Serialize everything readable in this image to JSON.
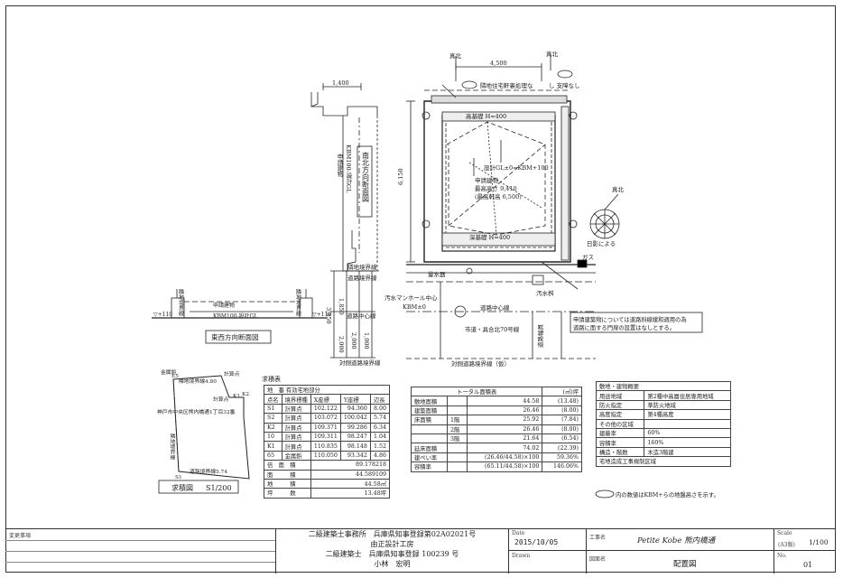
{
  "plan": {
    "dim_top": "4,500",
    "dim_left": "6,150",
    "dim_sect_w": "1,400",
    "north_label": "真北",
    "sun_label": "日影による",
    "boundary_note_top": "隣地住宅軒裏処理な",
    "boundary_note_top2": "し 支障なし",
    "h_top": "高基礎 H=400",
    "h_bottom": "深基礎 H=400",
    "building_label": "申請建物",
    "building_label2": "(最高軒高 6,500)",
    "gl_label": "設計GL±0=KBM+100",
    "height_label": "最高高さ 9,410",
    "road_center": "道路中心線",
    "road_width": "道路幅員",
    "road_type": "市道・具合北70号線",
    "road_note": "市道・具合北70号線",
    "manhole": "汚水マンホール中心",
    "kbm": "KBM±0",
    "water": "汚水桝",
    "meter": "量水器",
    "opposite_road": "対側道路境界線（仮）",
    "gas": "ガス"
  },
  "section_ns": {
    "title": "南北方向断面図",
    "building": "申請建物",
    "kbm_note": "KBM100-設計GL",
    "boundary1": "隣地境界線",
    "boundary2": "道路境界線",
    "dim1": "1,850",
    "dim2": "3,850",
    "dim3": "2,000",
    "dim4": "1,000",
    "dim5": "2,000",
    "center": "道路中心線",
    "opposite": "対側道路境界線"
  },
  "section_ew": {
    "title": "東西方向断面図",
    "building": "申請建物",
    "kbm_note": "KBM100-設計GL",
    "v_left": "▽+110",
    "v_right": "▽+110",
    "boundary_l": "隣地境界線",
    "boundary_r": "隣地境界線"
  },
  "survey_map": {
    "title": "求積図",
    "scale": "S1/200",
    "labels": [
      "金属鋲",
      "隣地境界線4.80",
      "計算点",
      "神戸市中央区熊内橋通1丁目32番",
      "隣地境界線",
      "計算点",
      "道路境界線5.74",
      "S1",
      "K1",
      "K2",
      "E5"
    ]
  },
  "survey_table": {
    "title": "求積表",
    "header": [
      "点名",
      "境界標種",
      "X座標",
      "Y座標",
      "辺長"
    ],
    "header_top": "地　番 有効宅地部分",
    "rows": [
      [
        "S1",
        "計算点",
        "102.122",
        "94.360",
        "8.00"
      ],
      [
        "S2",
        "計算点",
        "103.072",
        "100.042",
        "5.74"
      ],
      [
        "K2",
        "計算点",
        "109.371",
        "99.286",
        "6.34"
      ],
      [
        "10",
        "計算点",
        "109.311",
        "98.247",
        "1.04"
      ],
      [
        "K1",
        "計算点",
        "110.835",
        "98.148",
        "1.52"
      ],
      [
        "65",
        "金属鋲",
        "110.050",
        "93.342",
        "4.86"
      ]
    ],
    "sum_rows": [
      [
        "倍　面　積",
        "89.178218"
      ],
      [
        "面　　　積",
        "44.589109"
      ],
      [
        "地　　　積",
        "44.58㎡"
      ],
      [
        "坪　　　数",
        "13.48坪"
      ]
    ]
  },
  "area_table": {
    "title": "トータル面積表",
    "unit": "(㎡)坪",
    "rows": [
      [
        "敷地面積",
        "",
        "44.58",
        "(13.48)"
      ],
      [
        "建築面積",
        "",
        "26.46",
        "(8.00)"
      ],
      [
        "床面積",
        "1階",
        "25.92",
        "(7.84)"
      ],
      [
        "",
        "2階",
        "26.46",
        "(8.00)"
      ],
      [
        "",
        "3階",
        "21.64",
        "(6.54)"
      ],
      [
        "延床面積",
        "",
        "74.02",
        "(22.39)"
      ],
      [
        "建ぺい率",
        "",
        "(26.46/44.58)×100",
        "59.36%"
      ],
      [
        "容積率",
        "",
        "(65.11/44.58)×100",
        "146.06%"
      ]
    ]
  },
  "overview": {
    "title": "敷地・建物概要",
    "rows": [
      [
        "用途地域",
        "第2種中高層住居専用地域"
      ],
      [
        "防火指定",
        "準防火地域"
      ],
      [
        "高度指定",
        "第4種高度"
      ],
      [
        "その他の区域",
        ""
      ],
      [
        "建蔽率",
        "60%"
      ],
      [
        "容積率",
        "160%"
      ],
      [
        "構造・階数",
        "木造3階建"
      ],
      [
        "宅地造成工事規制区域",
        ""
      ]
    ],
    "legend": "内の数値はKBM+らの地盤高さを示す。"
  },
  "note_box": {
    "text1": "申請建築物については道路斜線緩和適用の為",
    "text2": "道路に面する門扉の設置はなしとする。"
  },
  "title_block": {
    "revision_label": "変更事項",
    "office1": "二級建築士事務所　兵庫県知事登録第02A02021号",
    "office2": "由正設計工房",
    "architect1": "二級建築士　兵庫県知事登録 100239 号",
    "architect2": "小林　宏明",
    "date_label": "Date",
    "date": "2015/10/05",
    "drawn_label": "Drawn",
    "project_label": "工事名",
    "project": "Petite Kobe 熊内橋通",
    "drawing_label": "図面名",
    "drawing": "配置図",
    "scale_label": "Scale",
    "scale_paper": "(A3版)",
    "scale": "1/100",
    "no_label": "No.",
    "no": "01"
  }
}
